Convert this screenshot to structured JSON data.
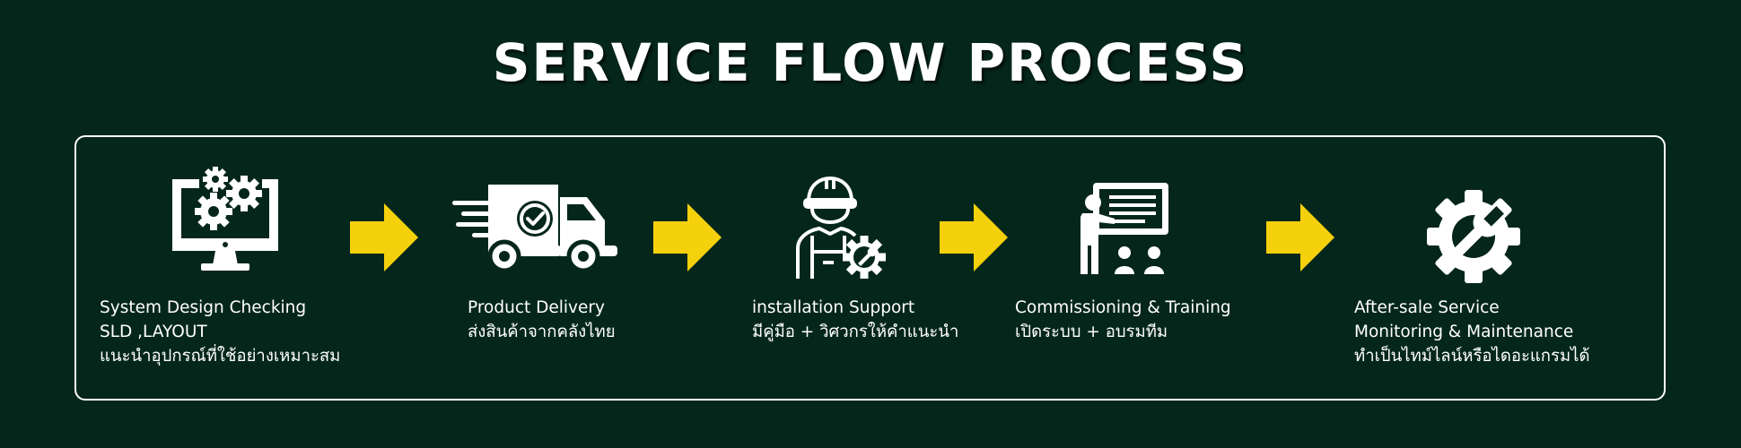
{
  "title": "SERVICE FLOW PROCESS",
  "colors": {
    "background": "#05271b",
    "accent_arrow": "#f5d10d",
    "foreground": "#ffffff"
  },
  "steps": [
    {
      "icon": "monitor-gears-icon",
      "lines": [
        "System Design Checking",
        "SLD ,LAYOUT",
        "แนะนำอุปกรณ์ที่ใช้อย่างเหมาะสม"
      ]
    },
    {
      "icon": "delivery-truck-icon",
      "lines": [
        "Product Delivery",
        "ส่งสินค้าจากคลังไทย"
      ]
    },
    {
      "icon": "engineer-gear-icon",
      "lines": [
        "installation Support",
        "มีคู่มือ + วิศวกรให้คำแนะนำ"
      ]
    },
    {
      "icon": "presentation-training-icon",
      "lines": [
        "Commissioning & Training",
        "เปิดระบบ + อบรมทีม"
      ]
    },
    {
      "icon": "gear-wrench-icon",
      "lines": [
        "After-sale Service",
        "Monitoring & Maintenance",
        "ทำเป็นไทม์ไลน์หรือไดอะแกรมได้"
      ]
    }
  ]
}
